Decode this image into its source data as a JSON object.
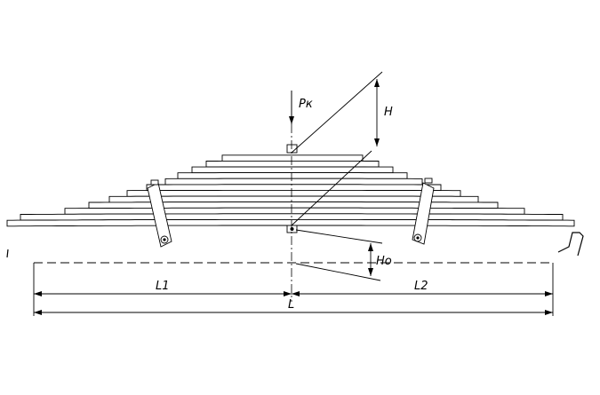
{
  "labels": {
    "force": "Pк",
    "height": "H",
    "height0": "Hо",
    "left_span": "L1",
    "right_span": "L2",
    "total_span": "L"
  },
  "spring": {
    "leaf_count": 12
  }
}
